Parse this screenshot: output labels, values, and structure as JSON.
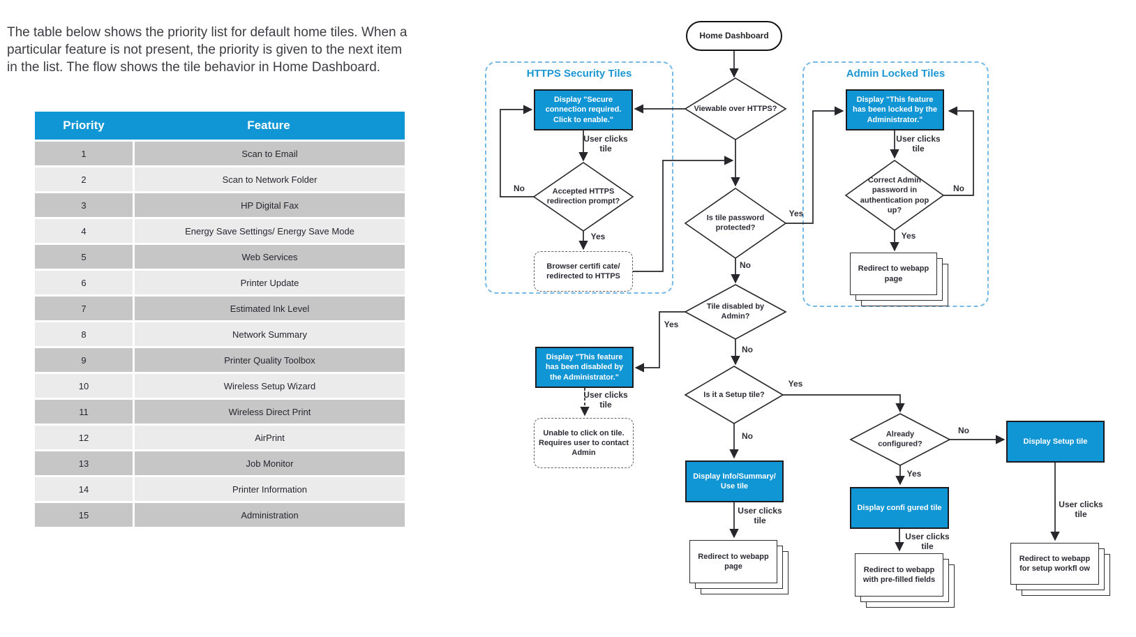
{
  "intro": {
    "text": "The table below shows the priority list for default home tiles. When a particular feature is not present, the priority is given to the next item in the list. The flow shows the tile behavior in Home Dashboard."
  },
  "table": {
    "headers": [
      "Priority",
      "Feature"
    ],
    "rows": [
      [
        "1",
        "Scan to Email"
      ],
      [
        "2",
        "Scan to Network Folder"
      ],
      [
        "3",
        "HP Digital Fax"
      ],
      [
        "4",
        "Energy Save Settings/ Energy Save Mode"
      ],
      [
        "5",
        "Web Services"
      ],
      [
        "6",
        "Printer Update"
      ],
      [
        "7",
        "Estimated Ink Level"
      ],
      [
        "8",
        "Network Summary"
      ],
      [
        "9",
        "Printer Quality Toolbox"
      ],
      [
        "10",
        "Wireless Setup Wizard"
      ],
      [
        "11",
        "Wireless Direct Print"
      ],
      [
        "12",
        "AirPrint"
      ],
      [
        "13",
        "Job Monitor"
      ],
      [
        "14",
        "Printer Information"
      ],
      [
        "15",
        "Administration"
      ]
    ]
  },
  "colors": {
    "hp_blue": "#1095d5",
    "row_dark": "#c6c6c6",
    "row_light": "#ebebeb",
    "group_border_blue": "#74b9e7",
    "group_title_blue": "#1b96d4",
    "line_dark": "#26262b"
  },
  "flowchart": {
    "groups": {
      "https": {
        "title": "HTTPS Security Tiles"
      },
      "admin": {
        "title": "Admin Locked Tiles"
      }
    },
    "nodes": {
      "start": "Home Dashboard",
      "q_https": "Viewable over HTTPS?",
      "secure_box": "Display \"Secure connection required. Click to enable.\"",
      "q_accepted": "Accepted HTTPS redirection prompt?",
      "browser_cert": "Browser certifi cate/ redirected to HTTPS",
      "locked_box": "Display \"This feature has been locked by the Administrator.\"",
      "q_password": "Correct Admin password in authentication pop up?",
      "redirect_admin": "Redirect to webapp page",
      "q_protected": "Is tile password protected?",
      "q_disabled": "Tile disabled by Admin?",
      "disabled_box": "Display \"This feature has been disabled by the Administrator.\"",
      "unable_box": "Unable to click on tile. Requires user to contact Admin",
      "q_setup": "Is it a Setup tile?",
      "info_box": "Display Info/Summary/ Use tile",
      "redirect_info": "Redirect to webapp page",
      "q_configured": "Already configured?",
      "setup_box": "Display Setup tile",
      "configured_box": "Display confi gured tile",
      "redirect_prefilled": "Redirect to webapp with pre-filled fields",
      "redirect_setup": "Redirect to webapp for setup workfl ow"
    },
    "edge_labels": {
      "yes": "Yes",
      "no": "No",
      "user_clicks": "User clicks tile"
    }
  }
}
